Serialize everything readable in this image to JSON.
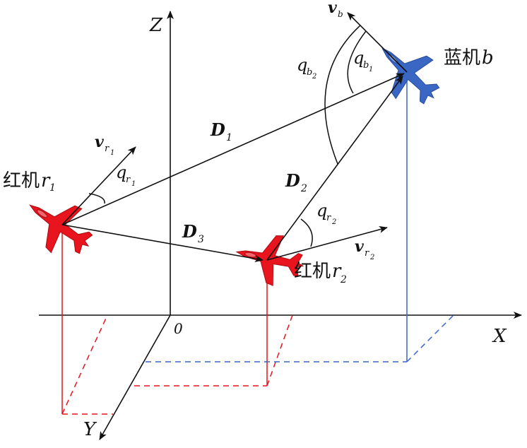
{
  "axes": {
    "z": "Z",
    "x": "X",
    "y": "Y",
    "origin": "0"
  },
  "aircraft": {
    "blue": {
      "name": "蓝机",
      "sym": "b",
      "color": "#3a66c4"
    },
    "red1": {
      "name": "红机",
      "sym": "r",
      "sub": "1",
      "color": "#e8141e"
    },
    "red2": {
      "name": "红机",
      "sym": "r",
      "sub": "2",
      "color": "#e8141e"
    }
  },
  "vectors": {
    "D1": {
      "sym": "D",
      "sub": "1"
    },
    "D2": {
      "sym": "D",
      "sub": "2"
    },
    "D3": {
      "sym": "D",
      "sub": "3"
    },
    "vb": {
      "sym": "v",
      "sub": "b"
    },
    "vr1": {
      "sym": "v",
      "sub": "r",
      "subsub": "1"
    },
    "vr2": {
      "sym": "v",
      "sub": "r",
      "subsub": "2"
    }
  },
  "angles": {
    "qb1": {
      "sym": "q",
      "sub": "b",
      "subsub": "1"
    },
    "qb2": {
      "sym": "q",
      "sub": "b",
      "subsub": "2"
    },
    "qr1": {
      "sym": "q",
      "sub": "r",
      "subsub": "1"
    },
    "qr2": {
      "sym": "q",
      "sub": "r",
      "subsub": "2"
    }
  },
  "colors": {
    "line": "#111111",
    "red_projection": "#e8141e",
    "blue_projection": "#3a66c4"
  }
}
